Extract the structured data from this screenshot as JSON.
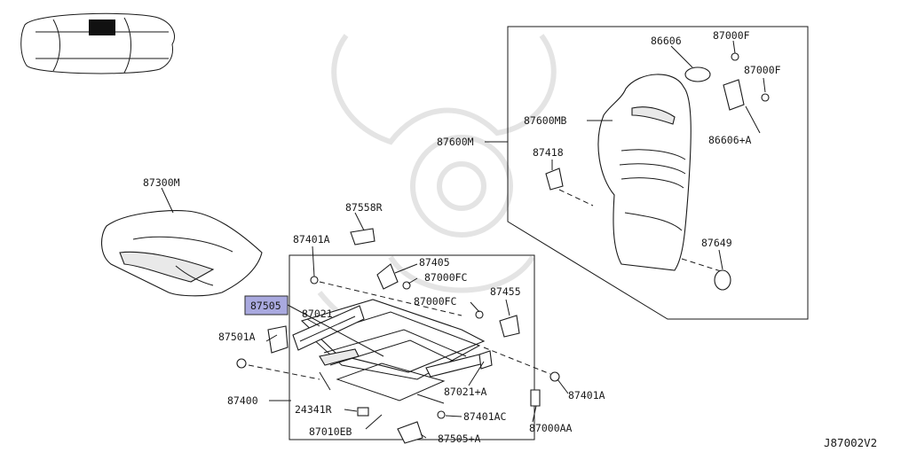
{
  "diagram_id": "J87002V2",
  "highlighted_part": "87505",
  "part_labels": {
    "p87300M": "87300M",
    "p87558R": "87558R",
    "p87401A_top": "87401A",
    "p87405": "87405",
    "p87000FC_a": "87000FC",
    "p87455": "87455",
    "p87000FC_b": "87000FC",
    "p87505": "87505",
    "p87021": "87021",
    "p87501A": "87501A",
    "p87400": "87400",
    "p87021A": "87021+A",
    "p87401A_right": "87401A",
    "p24341R": "24341R",
    "p87401AC": "87401AC",
    "p87010EB": "87010EB",
    "p87000AA": "87000AA",
    "p87505A": "87505+A",
    "p86606": "86606",
    "p87000F_a": "87000F",
    "p87000F_b": "87000F",
    "p87600MB": "87600MB",
    "p87600M": "87600M",
    "p86606A": "86606+A",
    "p87418": "87418",
    "p87649": "87649"
  }
}
